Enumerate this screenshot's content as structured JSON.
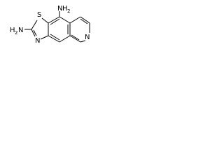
{
  "structure": {
    "atoms": {
      "s": "S",
      "n_thiazole": "N",
      "n_pyridine": "N",
      "nh2_top_n": "N",
      "nh2_top_h": "H",
      "nh2_top_sub": "2",
      "nh2_left_h": "H",
      "nh2_left_sub": "2",
      "nh2_left_n": "N"
    }
  },
  "colors": {
    "bond": "#000000",
    "label": "#000000",
    "background": "#ffffff"
  }
}
